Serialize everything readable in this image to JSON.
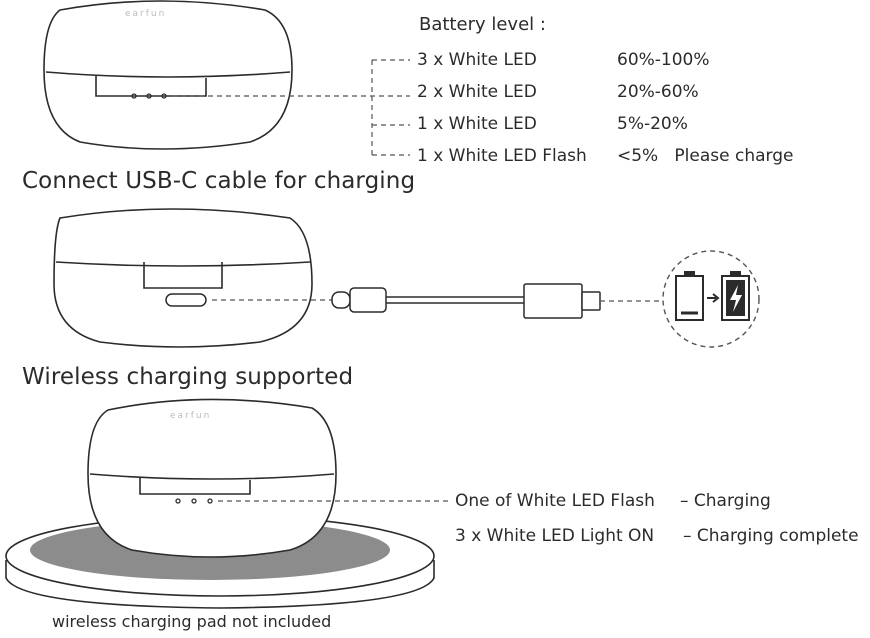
{
  "battery": {
    "title": "Battery level :",
    "rows": [
      {
        "led": "3 x White LED",
        "level": "60%-100%"
      },
      {
        "led": "2 x White LED",
        "level": "20%-60%"
      },
      {
        "led": "1 x White LED",
        "level": "5%-20%"
      },
      {
        "led": "1 x White LED Flash",
        "level": "<5%   Please charge"
      }
    ]
  },
  "usb_section": {
    "heading": "Connect USB-C cable for charging"
  },
  "wireless_section": {
    "heading": "Wireless charging supported",
    "status": [
      {
        "label": "One of White LED Flash",
        "state": "–  Charging"
      },
      {
        "label": "3 x White LED Light ON",
        "state": "–  Charging complete"
      }
    ],
    "pad_note": "wireless charging pad not included"
  },
  "brand": "earfun",
  "colors": {
    "line": "#2b2b2b",
    "pad_inner": "#8c8c8c",
    "text": "#2b2b2b"
  }
}
